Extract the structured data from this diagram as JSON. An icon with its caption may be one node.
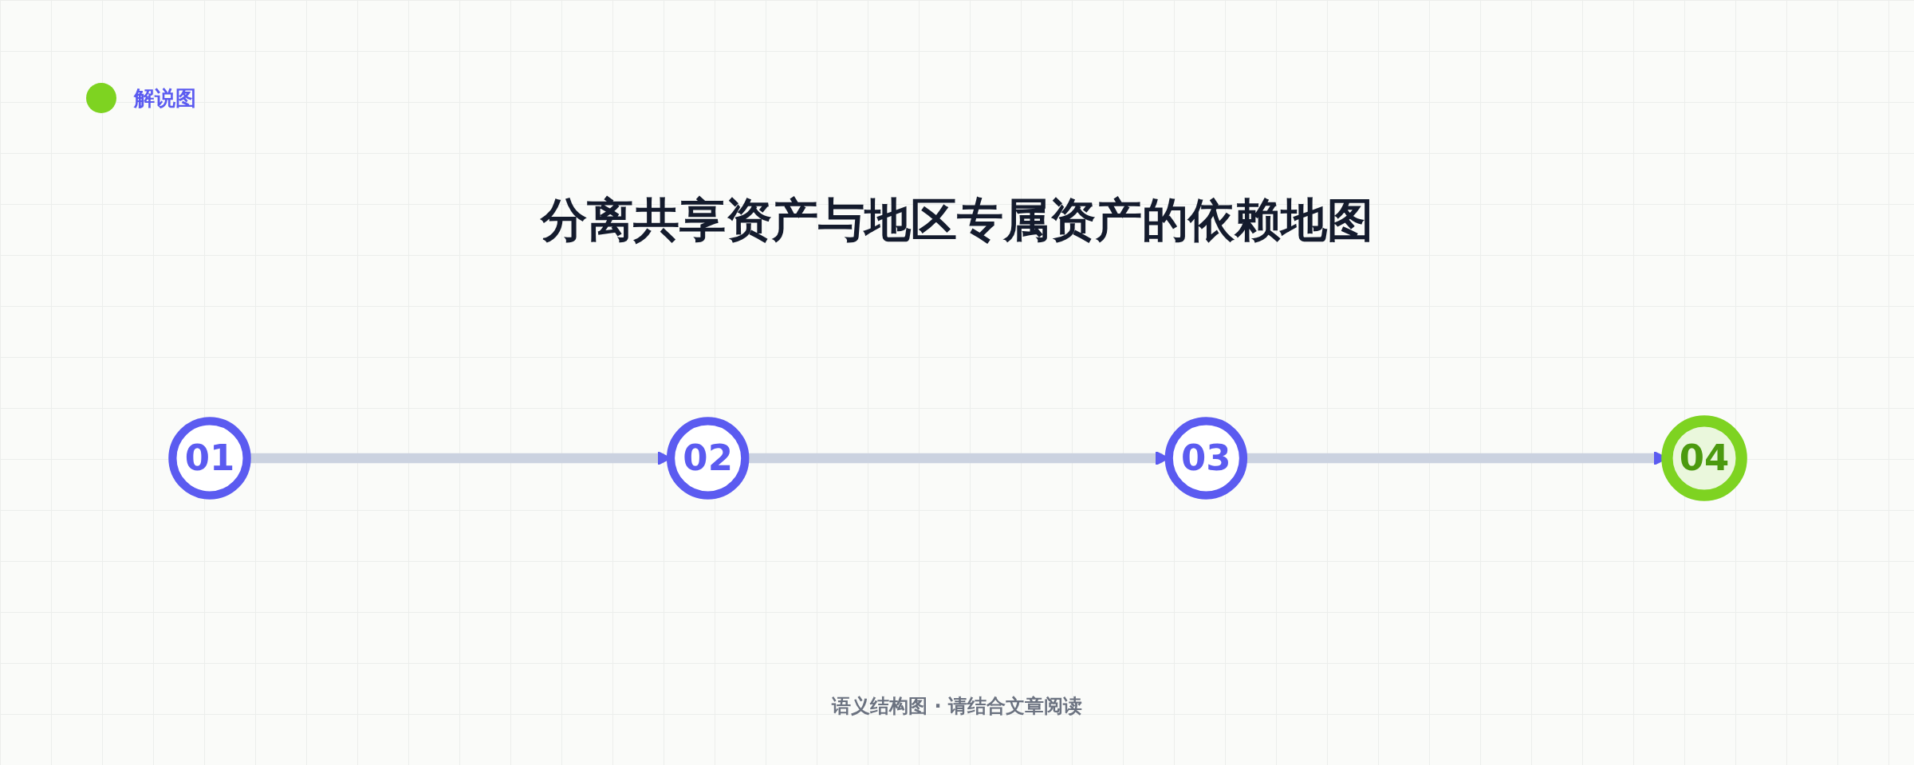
{
  "diagram": {
    "title": "分离共享资产与地区专属资产的依赖地图",
    "caption": "语义结构图 · 请结合文章阅读",
    "nodes": [
      {
        "text": [
          "01"
        ]
      },
      {
        "text": [
          "02"
        ]
      },
      {
        "text": [
          "03"
        ]
      },
      {
        "text": [
          "04"
        ]
      }
    ],
    "edges": [
      {
        "from": 0,
        "to": 1,
        "arrow": "to"
      },
      {
        "from": 1,
        "to": 2,
        "arrow": "to"
      },
      {
        "from": 2,
        "to": 3,
        "arrow": "to"
      }
    ],
    "labels": [
      "解说图"
    ]
  }
}
